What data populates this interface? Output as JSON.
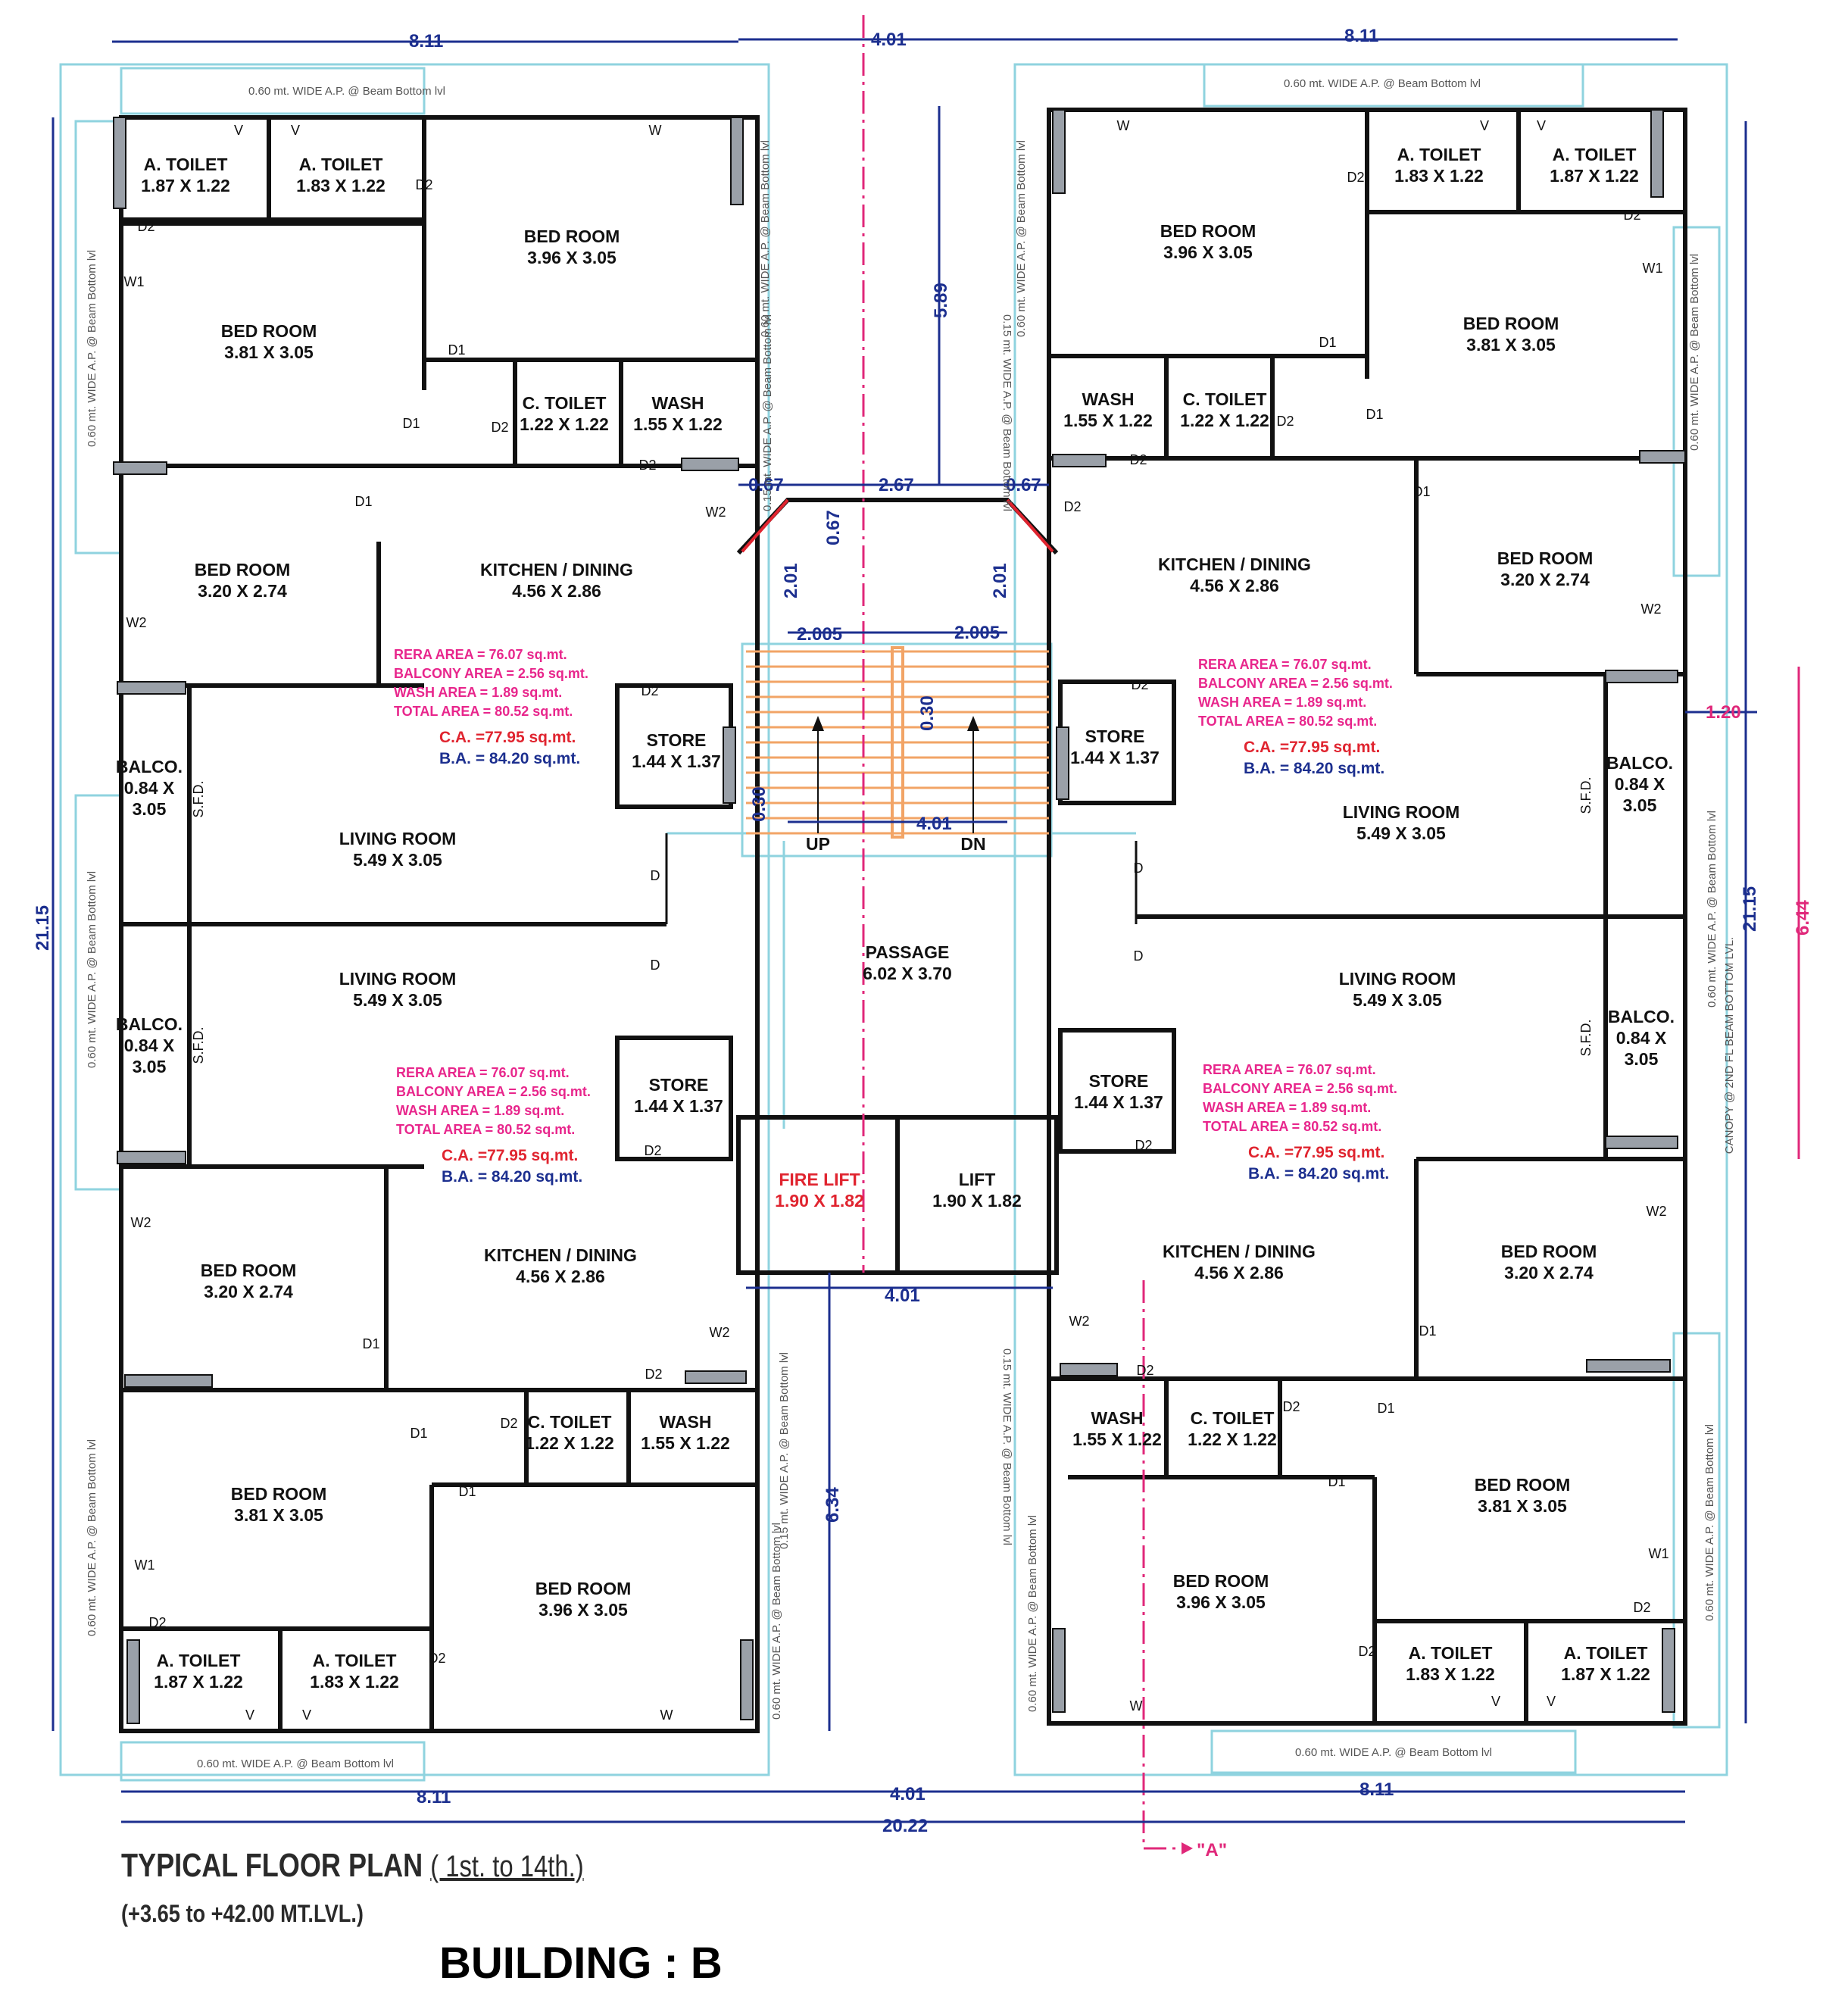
{
  "caption": {
    "title": "TYPICAL FLOOR PLAN",
    "floors": "( 1st. to 14th.)",
    "levels": "(+3.65 to +42.00 MT.LVL.)",
    "building": "BUILDING : B"
  },
  "dims": {
    "wing_width": "8.11",
    "core_width": "4.01",
    "total_width": "20.22",
    "total_height": "21.15",
    "core_top_height": "5.89",
    "core_bottom_height": "6.34",
    "lobby_side": "0.67",
    "lobby_mid": "2.67",
    "lobby_depth": "2.01",
    "stair_flight": "2.005",
    "stair_gap": "0.30",
    "balcony_proj": "1.20",
    "balcony_span": "6.44"
  },
  "notes": {
    "ap_bottom": "0.60 mt. WIDE A.P. @ Beam Bottom lvl",
    "ap_side": "0.60 mt. WIDE A.P. @ Beam Bottom lvl",
    "ap_small": "0.15 mt. WIDE A.P. @ Beam Bottom lvl",
    "canopy": "CANOPY @ 2ND FL BEAM BOTTOM LVL.",
    "section": "\"A\""
  },
  "rooms": {
    "a_toilet_187": "A. TOILET|1.87 X 1.22",
    "a_toilet_183": "A. TOILET|1.83 X 1.22",
    "bed_396": "BED ROOM|3.96 X 3.05",
    "bed_381": "BED ROOM|3.81 X 3.05",
    "bed_320": "BED ROOM|3.20 X 2.74",
    "c_toilet": "C. TOILET|1.22 X 1.22",
    "wash": "WASH|1.55 X 1.22",
    "kitchen": "KITCHEN / DINING|4.56 X 2.86",
    "store": "STORE|1.44 X 1.37",
    "living": "LIVING ROOM|5.49 X 3.05",
    "balcony": "BALCO.|0.84 X|3.05",
    "passage": "PASSAGE|6.02 X 3.70",
    "fire_lift": "FIRE LIFT|1.90 X 1.82",
    "lift": "LIFT|1.90 X 1.82",
    "up": "UP",
    "dn": "DN",
    "sfd": "S.F.D."
  },
  "area": {
    "rera": "RERA AREA      = 76.07 sq.mt.",
    "balcony": "BALCONY AREA =  2.56 sq.mt.",
    "wash": "WASH AREA     =  1.89 sq.mt.",
    "total": "TOTAL  AREA    = 80.52 sq.mt.",
    "ca": "C.A. =77.95 sq.mt.",
    "ba": "B.A. = 84.20 sq.mt."
  },
  "colors": {
    "wall": "#111111",
    "outline": "#e0242f",
    "dimension": "#1c2f8f",
    "area_text": "#e8268c",
    "grid": "#8fd3df",
    "stairs": "#f2a466"
  }
}
